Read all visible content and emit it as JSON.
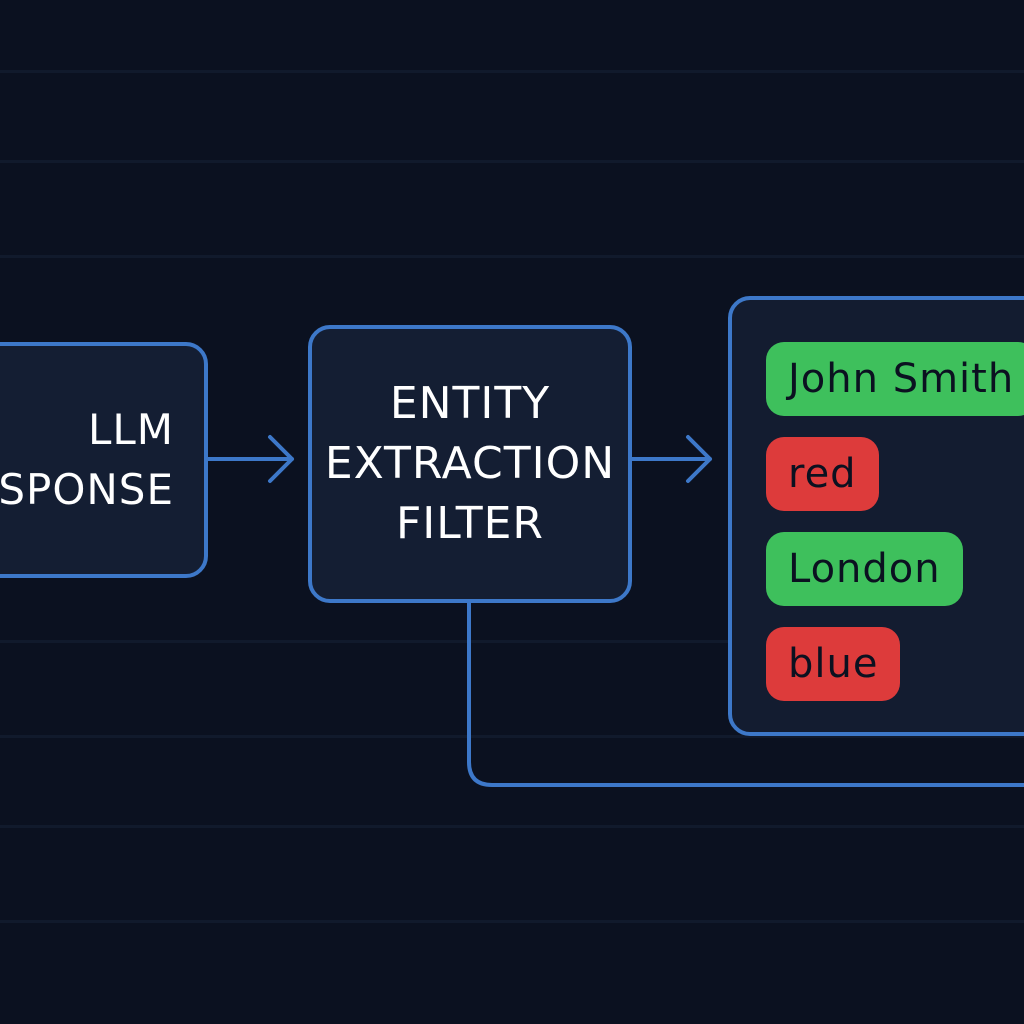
{
  "diagram": {
    "input_box": {
      "lines": [
        "LLM",
        "SPONSE"
      ]
    },
    "filter_box": {
      "lines": [
        "ENTITY",
        "EXTRACTION",
        "FILTER"
      ]
    },
    "output_box": {
      "entities": [
        {
          "text": "John Smith",
          "status": "kept",
          "color": "#3ec05c"
        },
        {
          "text": "red",
          "status": "removed",
          "color": "#dd3b3b"
        },
        {
          "text": "London",
          "status": "kept",
          "color": "#3ec05c"
        },
        {
          "text": "blue",
          "status": "removed",
          "color": "#dd3b3b"
        }
      ]
    }
  },
  "colors": {
    "background": "#0b1120",
    "box_fill": "#141e33",
    "border": "#3d78c9",
    "connector": "#3d78c9"
  }
}
